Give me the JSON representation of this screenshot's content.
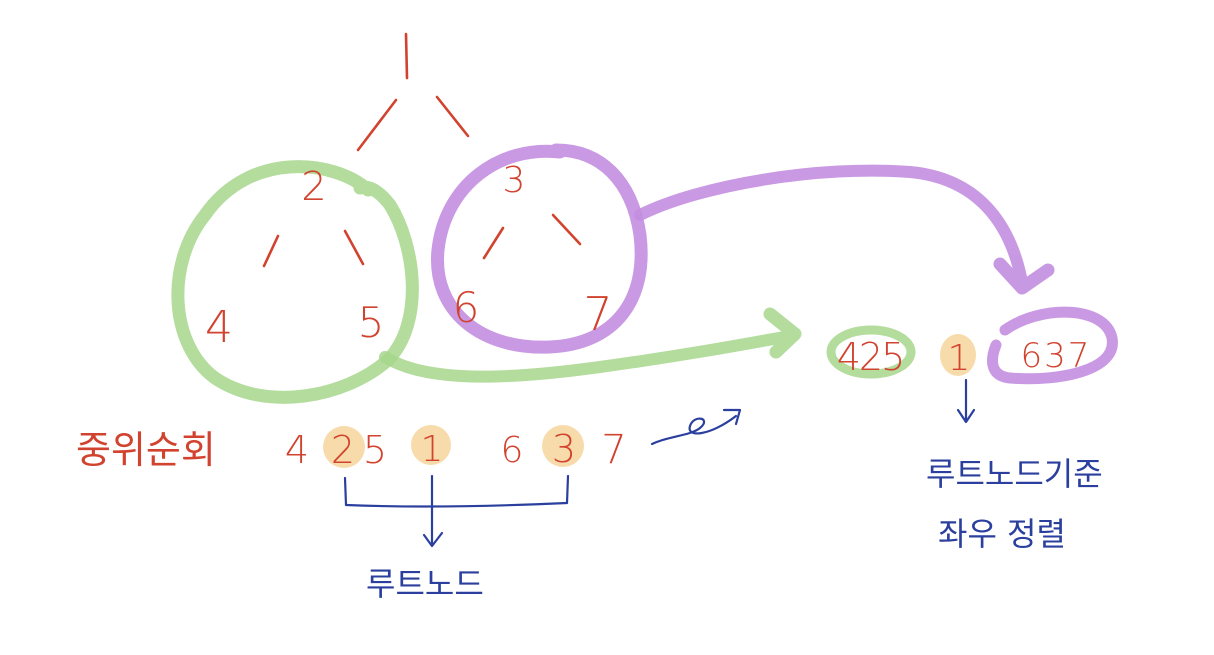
{
  "tree": {
    "root": "1",
    "left_child": "2",
    "right_child": "3",
    "left_left": "4",
    "left_right": "5",
    "right_left": "6",
    "right_right": "7"
  },
  "inorder": {
    "label": "중위순회",
    "seq": {
      "n4": "4",
      "n2": "2",
      "n5": "5",
      "n1": "1",
      "n6": "6",
      "n3": "3",
      "n7": "7"
    },
    "brace_label": "루트노드"
  },
  "result": {
    "left_group": "425",
    "root": "1",
    "right_group": "637",
    "caption_line1": "루트노드기준",
    "caption_line2": "좌우 정렬"
  },
  "colors": {
    "red": "#d1432f",
    "blue": "#2a3f9e",
    "green": "#a6d68c",
    "purple": "#c38ee0",
    "orange_highlight": "#f6cf8e"
  }
}
